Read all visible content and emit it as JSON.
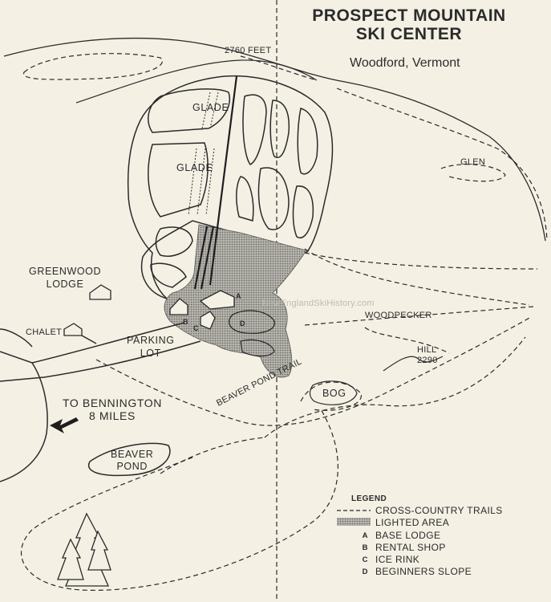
{
  "title": {
    "line1": "PROSPECT MOUNTAIN",
    "line2": "SKI CENTER",
    "location": "Woodford, Vermont"
  },
  "labels": {
    "summit": "2760 FEET",
    "glade_upper": "GLADE",
    "glade_lower": "GLADE",
    "glen": "GLEN",
    "greenwood_lodge": "GREENWOOD\nLODGE",
    "chalet": "CHALET",
    "parking_lot": "PARKING\nLOT",
    "woodpecker": "WOODPECKER",
    "hill": "HILL\n2290",
    "bog": "BOG",
    "to_bennington": "TO BENNINGTON\n8 MILES",
    "beaver_pond_trail": "BEAVER POND TRAIL",
    "beaver_pond": "BEAVER\nPOND",
    "letter_a": "A",
    "letter_b": "B",
    "letter_c": "C",
    "letter_d": "D"
  },
  "watermark": "NewEnglandSkiHistory.com",
  "legend": {
    "title": "LEGEND",
    "items": [
      {
        "key": "",
        "label": "CROSS-COUNTRY TRAILS",
        "symbol": "dashed-line"
      },
      {
        "key": "",
        "label": "LIGHTED AREA",
        "symbol": "shaded-area"
      },
      {
        "key": "A",
        "label": "BASE LODGE"
      },
      {
        "key": "B",
        "label": "RENTAL SHOP"
      },
      {
        "key": "C",
        "label": "ICE RINK"
      },
      {
        "key": "D",
        "label": "BEGINNERS SLOPE"
      }
    ]
  },
  "colors": {
    "paper": "#f4f0e4",
    "ink": "#2a2a2a",
    "lighted": "#9a9a96"
  }
}
